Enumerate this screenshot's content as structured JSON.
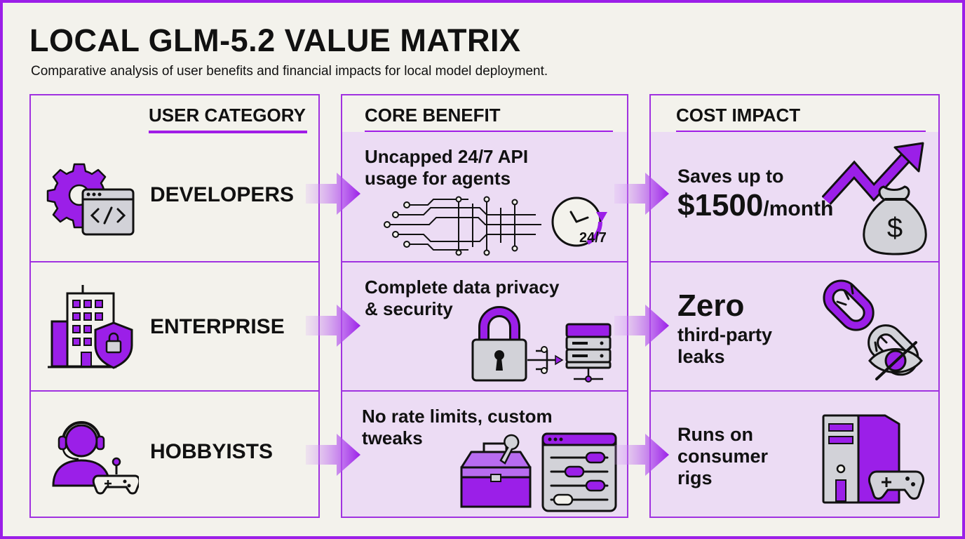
{
  "title": "LOCAL GLM-5.2 VALUE MATRIX",
  "subtitle": "Comparative analysis of user benefits and financial impacts for local model deployment.",
  "headers": {
    "user_category": "USER CATEGORY",
    "core_benefit": "CORE BENEFIT",
    "cost_impact": "COST IMPACT"
  },
  "rows": [
    {
      "category": "DEVELOPERS",
      "benefit_line1": "Uncapped 24/7 API",
      "benefit_line2": "usage for agents",
      "benefit_badge": "24/7",
      "cost_line1": "Saves up to",
      "cost_big": "$1500",
      "cost_unit": "/month",
      "cost_symbol": "$"
    },
    {
      "category": "ENTERPRISE",
      "benefit_line1": "Complete data privacy",
      "benefit_line2": "& security",
      "cost_big": "Zero",
      "cost_line1": "third-party",
      "cost_line2": "leaks"
    },
    {
      "category": "HOBBYISTS",
      "benefit_line1": "No rate limits, custom",
      "benefit_line2": "tweaks",
      "cost_line1": "Runs on",
      "cost_line2": "consumer",
      "cost_line3": "rigs"
    }
  ],
  "icons": {
    "developers": "gear-code-window-icon",
    "enterprise": "building-shield-lock-icon",
    "hobbyists": "headset-gamer-controller-icon",
    "api": "circuit-clock-icon",
    "privacy": "padlock-server-icon",
    "tweaks": "toolbox-sliders-icon",
    "savings": "trend-arrow-money-bag-icon",
    "no-leaks": "broken-chain-hidden-eye-icon",
    "rigs": "pc-tower-controller-icon"
  },
  "colors": {
    "accent": "#9b1fe8",
    "cell_tint": "#ecdcf4",
    "background": "#f3f2ec",
    "ink": "#111111",
    "icon_grey": "#d2d2d8"
  }
}
